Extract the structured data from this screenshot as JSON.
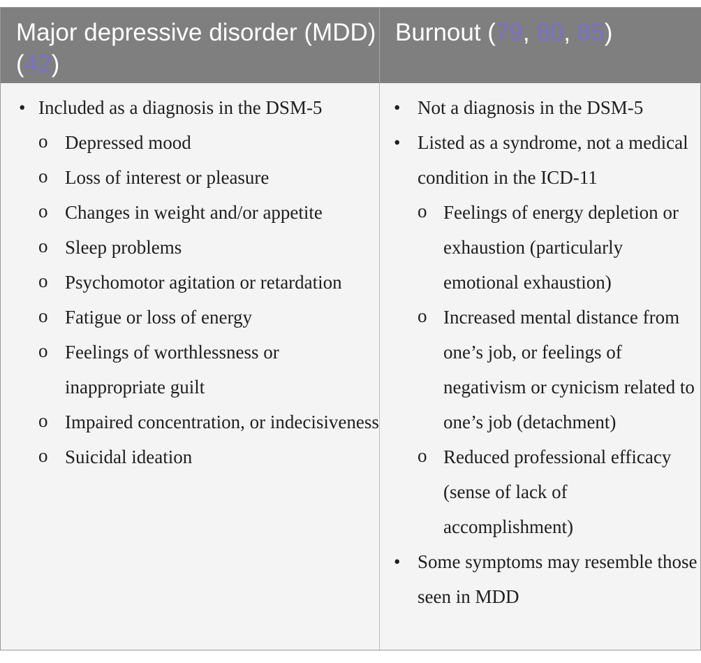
{
  "table": {
    "header": {
      "left": {
        "text": "Major depressive disorder (MDD) (",
        "refs": [
          "42"
        ],
        "close": ")"
      },
      "right": {
        "text": "Burnout (",
        "refs": [
          "79",
          "80",
          "85"
        ],
        "sep": ", ",
        "close": ")"
      }
    },
    "left": {
      "bullet_marker": "•",
      "sub_marker": "o",
      "items": [
        {
          "text": "Included as a diagnosis in the DSM-5",
          "sub": [
            "Depressed mood",
            "Loss of interest or pleasure",
            "Changes in weight and/or appetite",
            "Sleep problems",
            "Psychomotor agitation or retardation",
            "Fatigue or loss of energy",
            "Feelings of worthlessness or inappropriate guilt",
            "Impaired concentration, or indecisiveness",
            "Suicidal ideation"
          ]
        }
      ]
    },
    "right": {
      "items": [
        {
          "text": "Not a diagnosis in the DSM-5",
          "sub": []
        },
        {
          "text": "Listed as a syndrome, not a medical condition in the ICD-11",
          "sub": [
            "Feelings of energy depletion or exhaustion (particularly emotional exhaustion)",
            "Increased mental distance from one’s job, or feelings of negativism or cynicism related to one’s job (detachment)",
            "Reduced professional efficacy (sense of lack of accomplishment)"
          ]
        },
        {
          "text": "Some symptoms may resemble those seen in MDD",
          "sub": []
        }
      ]
    }
  }
}
